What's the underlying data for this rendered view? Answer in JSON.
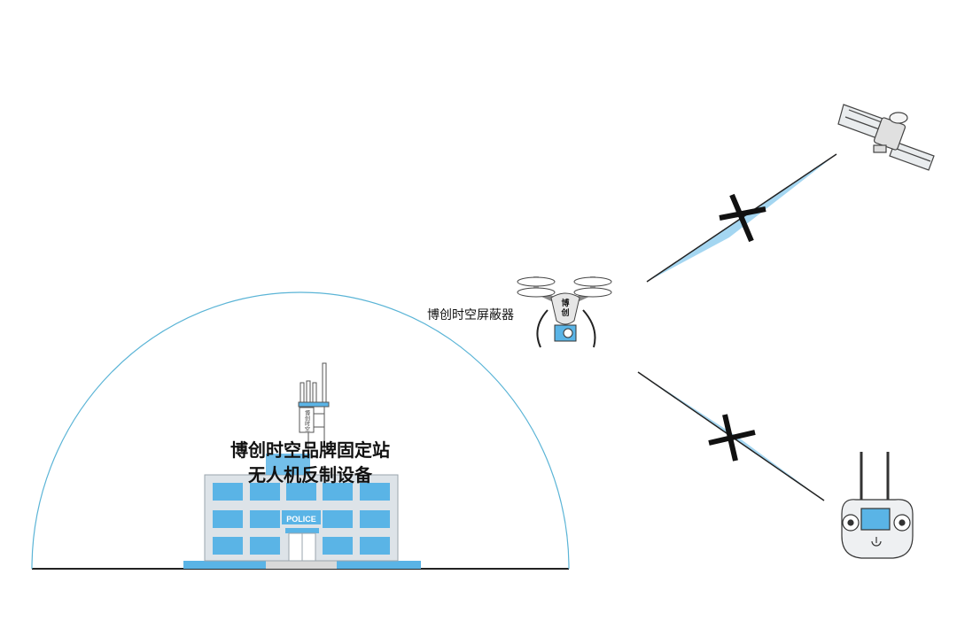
{
  "diagram": {
    "station_title_line1": "博创时空品牌固定站",
    "station_title_line2": "无人机反制设备",
    "drone_label": "博创时空屏蔽器",
    "drone_body_text": "博\n创",
    "building_sign": "POLICE",
    "antenna_box_text": "博创时空"
  },
  "colors": {
    "dome": "#5ab4d6",
    "window": "#5ab4e6",
    "facade": "#dde3e8",
    "ground": "#222222",
    "blocked_x": "#111111",
    "signal_blue": "#5ab4e6"
  },
  "icons": [
    "satellite-icon",
    "drone-icon",
    "remote-controller-icon",
    "police-building-icon",
    "blocked-x-icon",
    "power-icon"
  ]
}
